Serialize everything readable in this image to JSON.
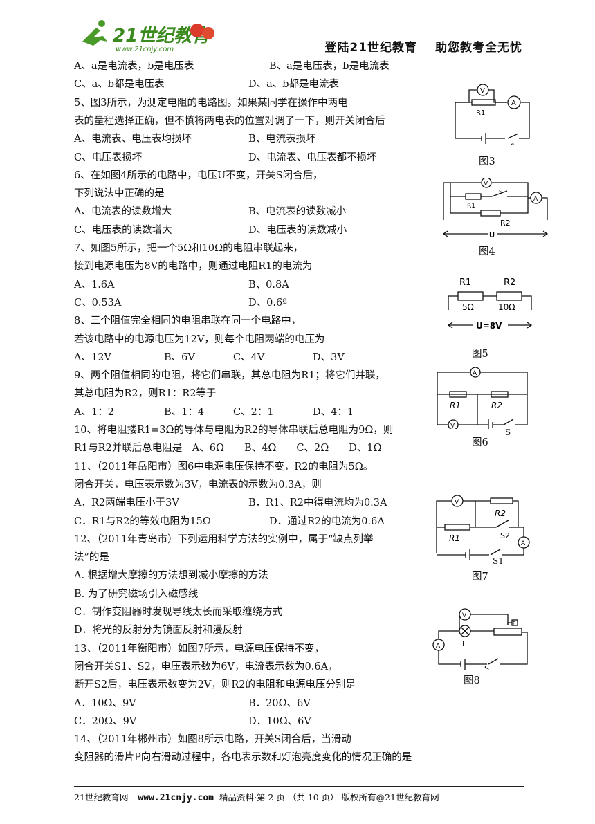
{
  "header": {
    "logo_text": "21世纪教育",
    "logo_url": "www.21cnjy.com",
    "slogan_left": "登陆21世纪教育",
    "slogan_right": "助您教考全无忧"
  },
  "lines": [
    {
      "a": "A、a是电流表，b是电压表",
      "b": "B、a是电压表，b是电流表"
    },
    {
      "a": "C、a、b都是电压表",
      "b": "D、a、b都是电流表"
    },
    {
      "t": "5、图3所示，为测定电阻的电路图。如果某同学在操作中两电"
    },
    {
      "t": "表的量程选择正确，但不慎将两电表的位置对调了一下，则开关闭合后"
    },
    {
      "a": "A、电流表、电压表均损坏",
      "b": "B、电流表损坏"
    },
    {
      "a": "C、电压表损坏",
      "b": "D、电流表、电压表都不损坏"
    },
    {
      "t": "6、在如图4所示的电路中，电压U不变，开关S闭合后，"
    },
    {
      "t": "下列说法中正确的是"
    },
    {
      "a": "A、电流表的读数增大",
      "b": "B、电流表的读数减小"
    },
    {
      "a": "C、电压表的读数增大",
      "b": "D、电压表的读数减小"
    },
    {
      "t": "7、如图5所示，把一个5Ω和10Ω的电阻串联起来，"
    },
    {
      "t": "接到电源电压为8V的电路中，则通过电阻R1的电流为"
    },
    {
      "a": "A、1.6A",
      "b": "B、0.8A"
    },
    {
      "a": "C、0.53A",
      "b": "D、0.6ª"
    },
    {
      "t": "8、三个阻值完全相同的电阻串联在同一个电路中，"
    },
    {
      "t": "若该电路中的电源电压为12V，则每个电阻两端的电压为"
    },
    {
      "q": [
        "A、12V",
        "B、6V",
        "C、4V",
        "D、3V"
      ]
    },
    {
      "t": "9、两个阻值相同的电阻，将它们串联，其总电阻为R1；将它们并联，"
    },
    {
      "t": "其总电阻为R2，则R1：R2等于"
    },
    {
      "q": [
        " A、1：2",
        "B、1：4",
        "C、2：1",
        "D、4：1"
      ]
    },
    {
      "t": "10、将电阻搂R1=3Ω的导体与电阻为R2的导体串联后总电阻为9Ω，则"
    },
    {
      "t": "R1与R2并联后总电阻是　A、6Ω　　B、4Ω　　C、2Ω　　D、1Ω"
    },
    {
      "t": "11、（2011年岳阳市）图6中电源电压保持不变，R2的电阻为5Ω。"
    },
    {
      "t": "闭合开关，电压表示数为3V，电流表的示数为0.3A，则"
    },
    {
      "a": "A．R2两端电压小于3V",
      "b": "B．R1、R2中得电流均为0.3A"
    },
    {
      "a": "C．R1与R2的等效电阻为15Ω",
      "b": "D．通过R2的电流为0.6A"
    },
    {
      "t": "12、（2011年青岛市）下列运用科学方法的实例中，属于“缺点列举"
    },
    {
      "t": "法”的是"
    },
    {
      "t": "A. 根据增大摩擦的方法想到减小摩擦的方法"
    },
    {
      "t": "B. 为了研究磁场引入磁感线"
    },
    {
      "t": "C．制作变阻器时发现导线太长而采取缠绕方式"
    },
    {
      "t": "D．将光的反射分为镜面反射和漫反射"
    },
    {
      "t": "13、（2011年衡阳市）如图7所示，电源电压保持不变，"
    },
    {
      "t": "闭合开关S1、S2，电压表示数为6V，电流表示数为0.6A，"
    },
    {
      "t": "断开S2后，电压表示数变为2V，则R2的电阻和电源电压分别是"
    },
    {
      "a": "A．10Ω、9V",
      "b": "B．20Ω、6V"
    },
    {
      "a": "C．20Ω、9V",
      "b": "D．10Ω、6V"
    },
    {
      "t": "14、（2011年郴州市）如图8所示电路，开关S闭合后，当滑动"
    },
    {
      "t": "变阻器的滑片P向右滑动过程中，各电表示数和灯泡亮度变化的情况正确的是"
    }
  ],
  "figures": {
    "fig3": {
      "caption": "图3",
      "labels": {
        "v": "V",
        "a": "A",
        "r1": "R1",
        "s": "S"
      }
    },
    "fig4": {
      "caption": "图4",
      "labels": {
        "v": "V",
        "a": "A",
        "r1": "R1",
        "r2": "R2",
        "s": "S",
        "u": "U"
      }
    },
    "fig5": {
      "caption": "图5",
      "labels": {
        "r1": "R1",
        "r2": "R2",
        "r1v": "5Ω",
        "r2v": "10Ω",
        "u": "U=8V"
      }
    },
    "fig6": {
      "caption": "图6",
      "labels": {
        "a": "A",
        "v": "V",
        "r1": "R1",
        "r2": "R2",
        "s": "S"
      }
    },
    "fig7": {
      "caption": "图7",
      "labels": {
        "v": "V",
        "a": "A",
        "r1": "R1",
        "r2": "R2",
        "s1": "S1",
        "s2": "S2"
      }
    },
    "fig8": {
      "caption": "图8",
      "labels": {
        "v": "V",
        "a": "A",
        "l": "L",
        "p": "P",
        "s": "S"
      }
    }
  },
  "footer": {
    "site": "21世纪教育网",
    "url": "www.21cnjy.com",
    "info": "精品资料·第 2 页 （共 10 页） 版权所有@21世纪教育网"
  }
}
